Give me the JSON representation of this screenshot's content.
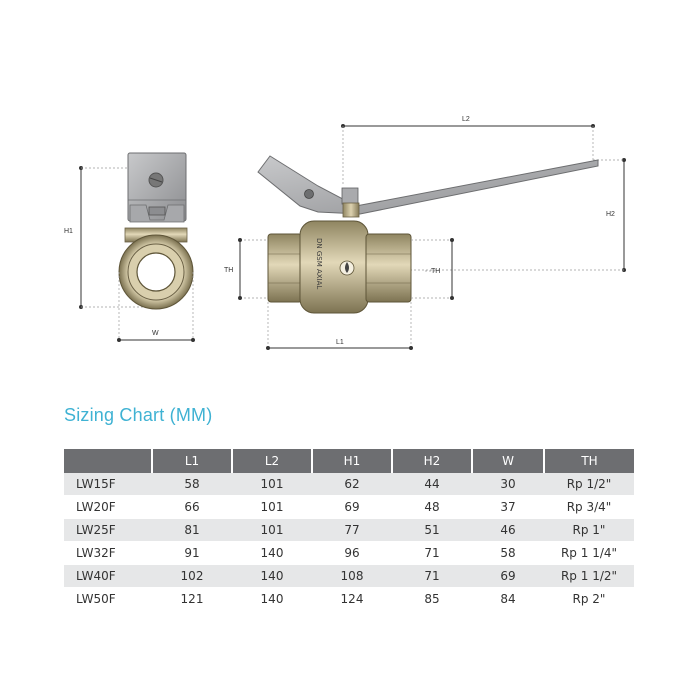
{
  "drawing": {
    "dimension_labels": {
      "h1": "H1",
      "w": "W",
      "l2": "L2",
      "h2": "H2",
      "th_left": "TH",
      "th_right": "TH",
      "l1": "L1"
    },
    "body_marking": "DN GSM AXIAL",
    "icons": [
      "ball-valve-end-view",
      "ball-valve-side-view",
      "lever-handle-icon",
      "padlock-hole-icon"
    ]
  },
  "chart_title": "Sizing Chart (MM)",
  "table": {
    "columns": [
      "",
      "L1",
      "L2",
      "H1",
      "H2",
      "W",
      "TH"
    ],
    "rows": [
      [
        "LW15F",
        "58",
        "101",
        "62",
        "44",
        "30",
        "Rp 1/2\""
      ],
      [
        "LW20F",
        "66",
        "101",
        "69",
        "48",
        "37",
        "Rp 3/4\""
      ],
      [
        "LW25F",
        "81",
        "101",
        "77",
        "51",
        "46",
        "Rp 1\""
      ],
      [
        "LW32F",
        "91",
        "140",
        "96",
        "71",
        "58",
        "Rp 1 1/4\""
      ],
      [
        "LW40F",
        "102",
        "140",
        "108",
        "71",
        "69",
        "Rp 1 1/2\""
      ],
      [
        "LW50F",
        "121",
        "140",
        "124",
        "85",
        "84",
        "Rp 2\""
      ]
    ]
  },
  "colors": {
    "accent_title": "#3fb2d3",
    "header_bg": "#6d6e71",
    "row_stripe": "#e6e7e8",
    "brass": "#b9aa7e",
    "steel": "#9c9da0"
  }
}
